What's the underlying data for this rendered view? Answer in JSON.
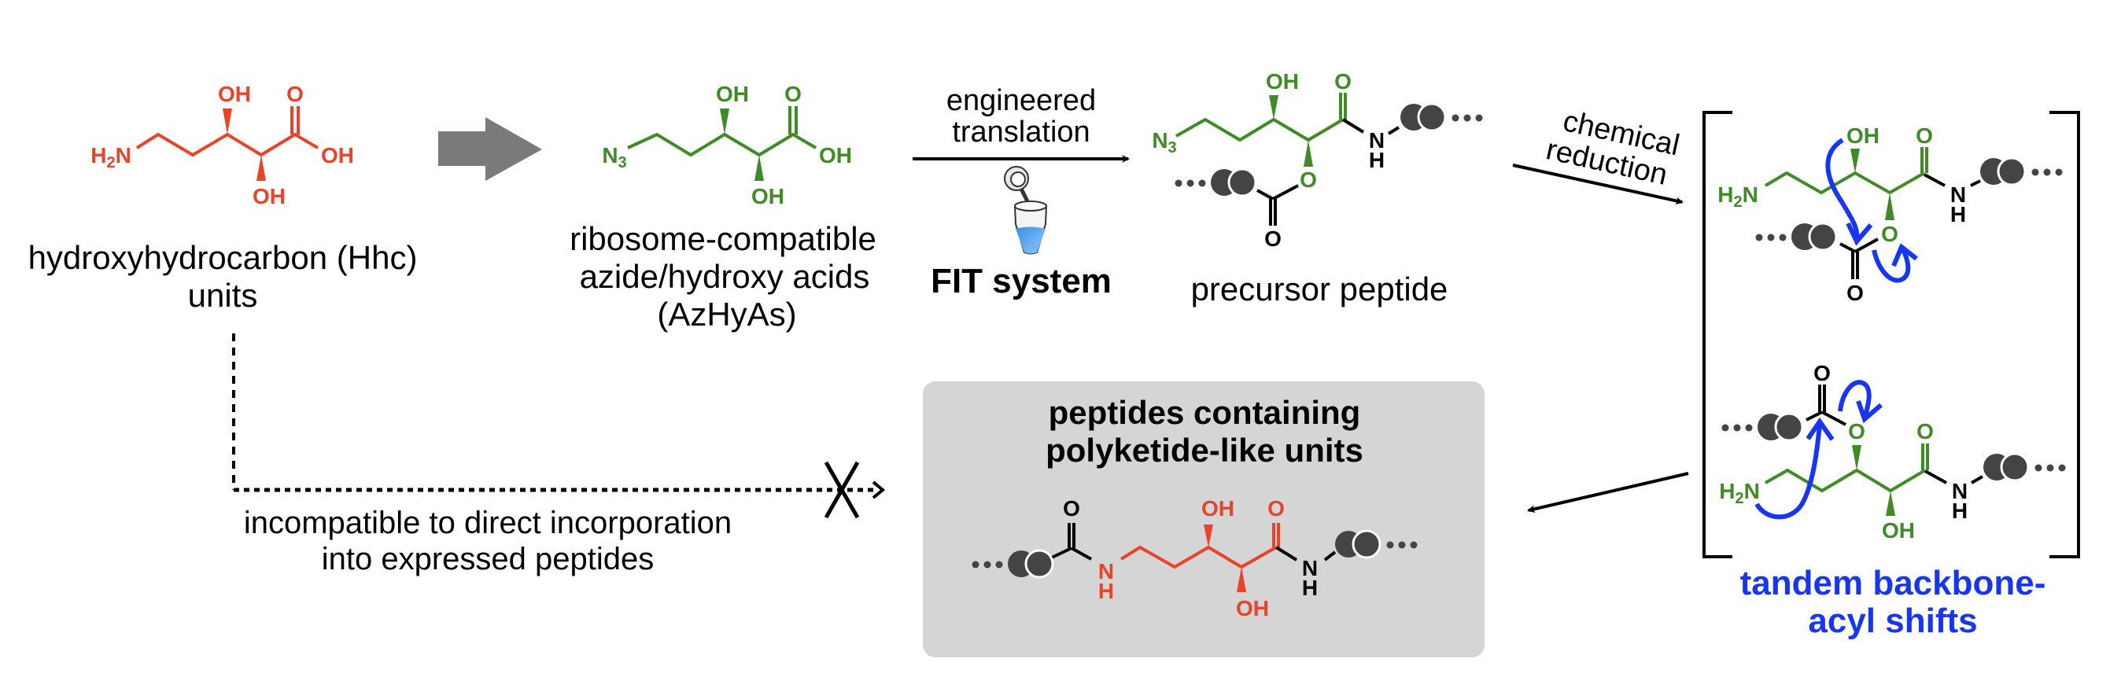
{
  "labels": {
    "OH": "OH",
    "O": "O",
    "N": "N",
    "H": "H",
    "sub2": "2",
    "sub3": "3"
  },
  "hhc": {
    "caption_line1": "hydroxyhydrocarbon (Hhc)",
    "caption_line2": "units"
  },
  "azhyas": {
    "caption_line1": "ribosome-compatible",
    "caption_line2": "azide/hydroxy acids",
    "caption_line3": "(AzHyAs)"
  },
  "translation": {
    "line1": "engineered",
    "line2": "translation",
    "system": "FIT system"
  },
  "precursor": {
    "caption": "precursor peptide"
  },
  "reduction": {
    "line1": "chemical",
    "line2": "reduction"
  },
  "intermediate": {
    "caption_line1": "tandem backbone-",
    "caption_line2": "acyl shifts"
  },
  "product": {
    "title_line1": "peptides containing",
    "title_line2": "polyketide-like units"
  },
  "incompatible": {
    "line1": "incompatible to direct incorporation",
    "line2": "into expressed peptides"
  },
  "colors": {
    "hhc_red": "#e9432a",
    "azide_green": "#3f8b26",
    "mechanism_blue": "#1736f2",
    "bead_gray": "#444444",
    "box_gray": "#d5d5d5",
    "big_arrow_gray": "#7a7a7a"
  }
}
